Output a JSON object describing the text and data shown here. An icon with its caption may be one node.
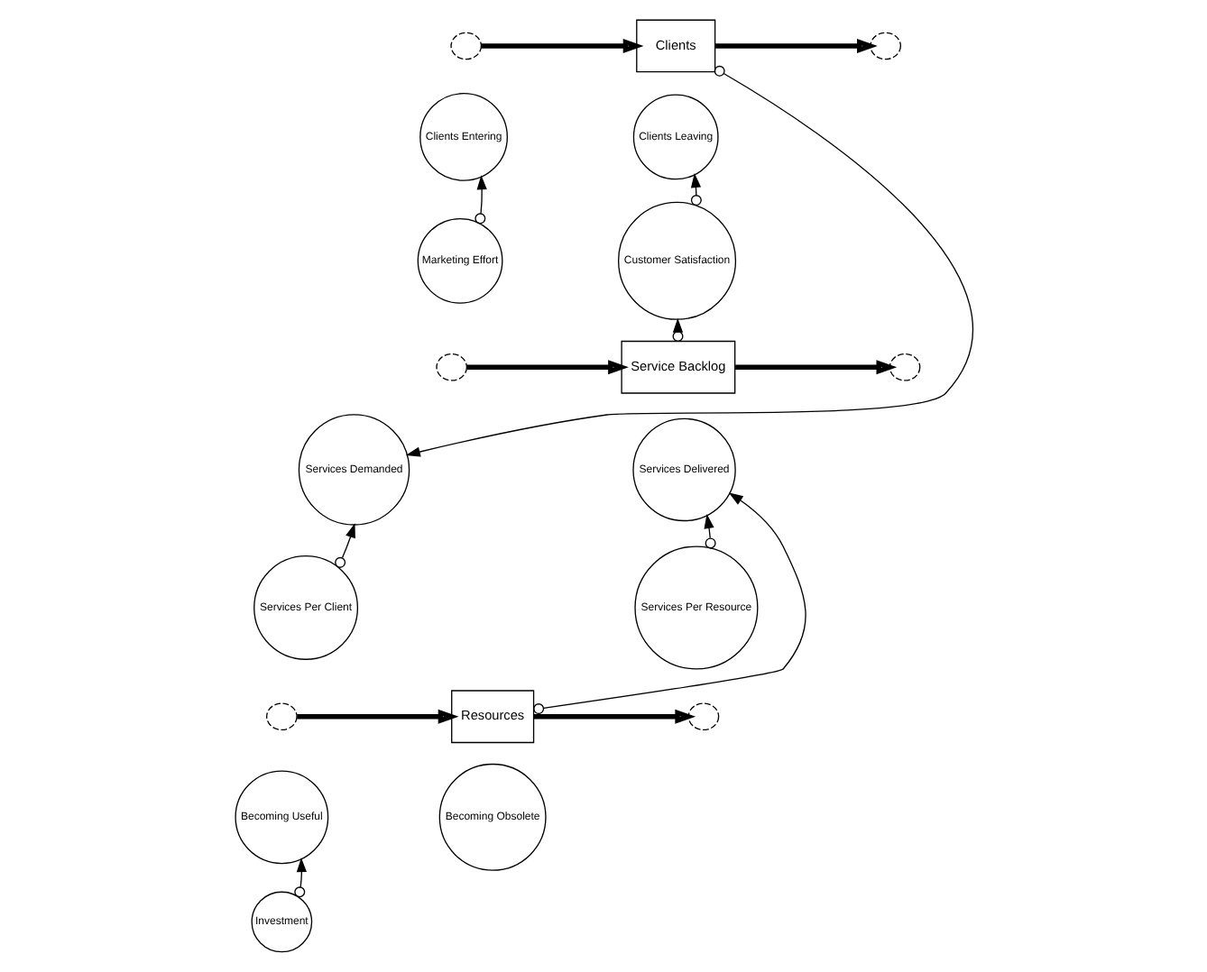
{
  "diagram": {
    "nodes": [
      {
        "text": [],
        "shape": "cloud"
      },
      {
        "text": [
          "Clients Entering"
        ]
      },
      {
        "text": [
          "Clients"
        ]
      },
      {
        "text": [
          "Clients Leaving"
        ]
      },
      {
        "text": [],
        "shape": "cloud"
      },
      {
        "text": [
          "Marketing Effort"
        ]
      },
      {
        "text": [
          "Customer Satisfaction"
        ]
      },
      {
        "text": [],
        "shape": "cloud"
      },
      {
        "text": [
          "Services Demanded"
        ]
      },
      {
        "text": [
          "Service Backlog"
        ]
      },
      {
        "text": [
          "Services Delivered"
        ]
      },
      {
        "text": [],
        "shape": "cloud"
      },
      {
        "text": [
          "Services Per Client"
        ]
      },
      {
        "text": [
          "Services Per Resource"
        ]
      },
      {
        "text": [],
        "shape": "cloud"
      },
      {
        "text": [
          "Becoming Useful"
        ]
      },
      {
        "text": [
          "Resources"
        ]
      },
      {
        "text": [
          "Becoming Obsolete"
        ]
      },
      {
        "text": [],
        "shape": "cloud"
      },
      {
        "text": [
          "Investment"
        ]
      }
    ],
    "edges": [
      {
        "from": 0,
        "to": 2,
        "arrow": "to",
        "style": "thick"
      },
      {
        "from": 2,
        "to": 4,
        "arrow": "to",
        "style": "thick"
      },
      {
        "from": 5,
        "to": 1,
        "arrow": "to"
      },
      {
        "from": 2,
        "to": 8,
        "arrow": "to"
      },
      {
        "from": 9,
        "to": 6,
        "arrow": "to"
      },
      {
        "from": 6,
        "to": 3,
        "arrow": "to"
      },
      {
        "from": 7,
        "to": 9,
        "arrow": "to",
        "style": "thick"
      },
      {
        "from": 9,
        "to": 11,
        "arrow": "to",
        "style": "thick"
      },
      {
        "from": 12,
        "to": 8,
        "arrow": "to"
      },
      {
        "from": 13,
        "to": 10,
        "arrow": "to"
      },
      {
        "from": 16,
        "to": 10,
        "arrow": "to"
      },
      {
        "from": 14,
        "to": 16,
        "arrow": "to",
        "style": "thick"
      },
      {
        "from": 16,
        "to": 18,
        "arrow": "to",
        "style": "thick"
      },
      {
        "from": 19,
        "to": 15,
        "arrow": "to"
      }
    ]
  }
}
